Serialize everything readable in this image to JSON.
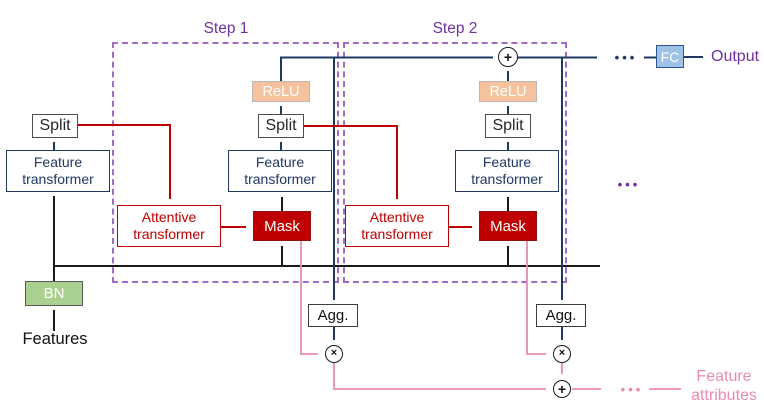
{
  "colors": {
    "navy": "#1f3864",
    "red": "#c00000",
    "pink": "#e78cb0",
    "purple": "#7030a0",
    "dash": "#a06cc8",
    "relu": "#f5c29d",
    "bn": "#a9d08e",
    "fc": "#9dc3e6",
    "black": "#1a1a1a",
    "mask_border": "#8f1010"
  },
  "steps": [
    {
      "label": "Step 1"
    },
    {
      "label": "Step 2"
    }
  ],
  "blocks": {
    "bn": "BN",
    "split": "Split",
    "feature_transformer": [
      "Feature",
      "transformer"
    ],
    "attentive_transformer": [
      "Attentive",
      "transformer"
    ],
    "relu": "ReLU",
    "mask": "Mask",
    "agg": "Agg.",
    "fc": "FC"
  },
  "operators": {
    "plus": "+",
    "times": "×"
  },
  "labels": {
    "features": "Features",
    "output": "Output",
    "feature_attributes": [
      "Feature",
      "attributes"
    ],
    "dots": "•••"
  }
}
